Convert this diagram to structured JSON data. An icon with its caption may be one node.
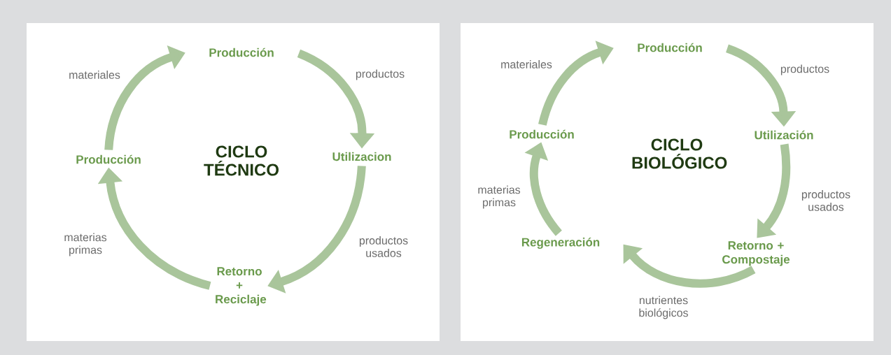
{
  "diagram": {
    "nodes": [
      {
        "text": [
          "CICLO TÉCNICO"
        ]
      },
      {
        "text": [
          "Producción"
        ],
        "in": 0
      },
      {
        "text": [
          "Utilizacion"
        ],
        "in": 0
      },
      {
        "text": [
          "Retorno + Reciclaje"
        ],
        "in": 0
      },
      {
        "text": [
          "Producción"
        ],
        "in": 0
      },
      {
        "text": [
          "CICLO BIOLÓGICO"
        ]
      },
      {
        "text": [
          "Producción"
        ],
        "in": 5
      },
      {
        "text": [
          "Utilización"
        ],
        "in": 5
      },
      {
        "text": [
          "Retorno + Compostaje"
        ],
        "in": 5
      },
      {
        "text": [
          "Regeneración"
        ],
        "in": 5
      },
      {
        "text": [
          "Producción"
        ],
        "in": 5
      }
    ],
    "edges": [
      {
        "from": 1,
        "to": 2,
        "arrow": "to",
        "label": "productos"
      },
      {
        "from": 2,
        "to": 3,
        "arrow": "to",
        "label": "productos usados"
      },
      {
        "from": 3,
        "to": 4,
        "arrow": "to",
        "label": "materias primas"
      },
      {
        "from": 4,
        "to": 1,
        "arrow": "to",
        "label": "materiales"
      },
      {
        "from": 6,
        "to": 7,
        "arrow": "to",
        "label": "productos"
      },
      {
        "from": 7,
        "to": 8,
        "arrow": "to",
        "label": "productos usados"
      },
      {
        "from": 8,
        "to": 9,
        "arrow": "to",
        "label": "nutrientes biológicos"
      },
      {
        "from": 9,
        "to": 10,
        "arrow": "to",
        "label": "materias primas"
      },
      {
        "from": 10,
        "to": 6,
        "arrow": "to",
        "label": "materiales"
      }
    ]
  }
}
